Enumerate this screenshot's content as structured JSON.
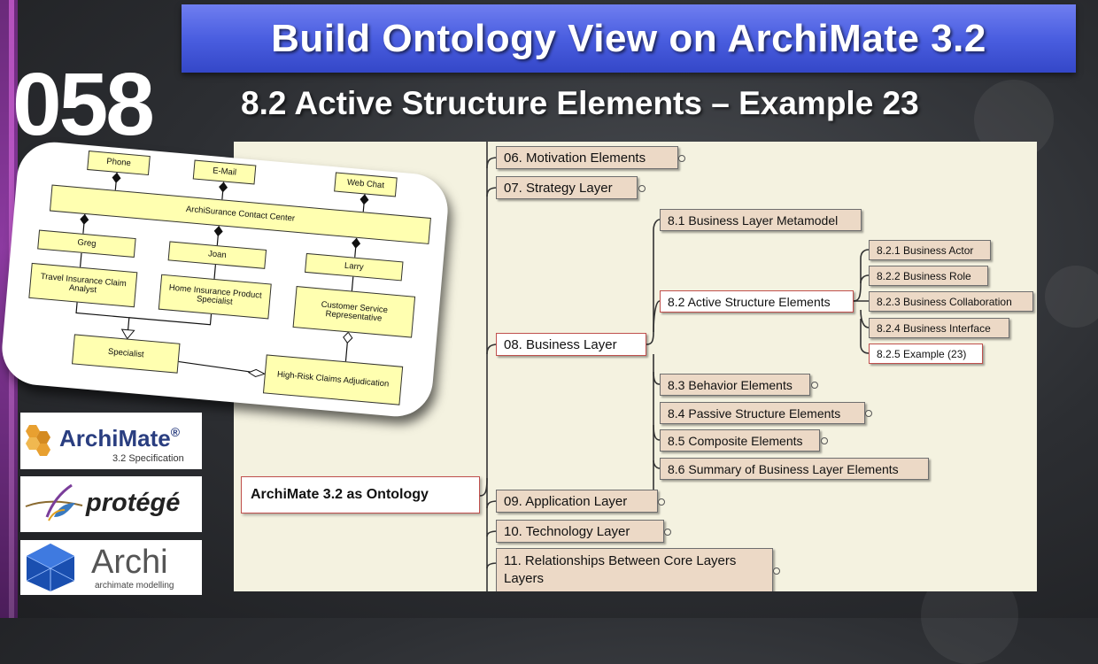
{
  "header": {
    "episode_number": "058",
    "title": "Build Ontology View on ArchiMate 3.2",
    "subtitle": "8.2 Active Structure Elements – Example 23"
  },
  "diagram": {
    "interfaces": [
      "Phone",
      "E-Mail",
      "Web Chat"
    ],
    "collaboration": "ArchiSurance Contact Center",
    "actors": [
      "Greg",
      "Joan",
      "Larry"
    ],
    "roles": [
      "Travel Insurance Claim Analyst",
      "Home Insurance Product Specialist",
      "Customer Service Representative"
    ],
    "specialist": "Specialist",
    "risk": "High-Risk Claims Adjudication"
  },
  "logos": {
    "archimate_name": "ArchiMate",
    "archimate_reg": "®",
    "archimate_spec": "3.2 Specification",
    "protege": "protégé",
    "archi_name": "Archi",
    "archi_tag": "archimate modelling"
  },
  "mindmap": {
    "root": "ArchiMate 3.2 as Ontology",
    "level1": [
      "06. Motivation Elements",
      "07. Strategy Layer",
      "08. Business Layer",
      "09. Application Layer",
      "10. Technology Layer",
      "11. Relationships Between Core Layers"
    ],
    "business_children": [
      "8.1 Business Layer Metamodel",
      "8.2 Active Structure Elements",
      "8.3 Behavior Elements",
      "8.4 Passive Structure Elements",
      "8.5 Composite Elements",
      "8.6 Summary of Business Layer Elements"
    ],
    "active_children": [
      "8.2.1 Business Actor",
      "8.2.2 Business Role",
      "8.2.3 Business Collaboration",
      "8.2.4 Business Interface",
      "8.2.5 Example (23)"
    ],
    "l1_line2": "Layers"
  }
}
